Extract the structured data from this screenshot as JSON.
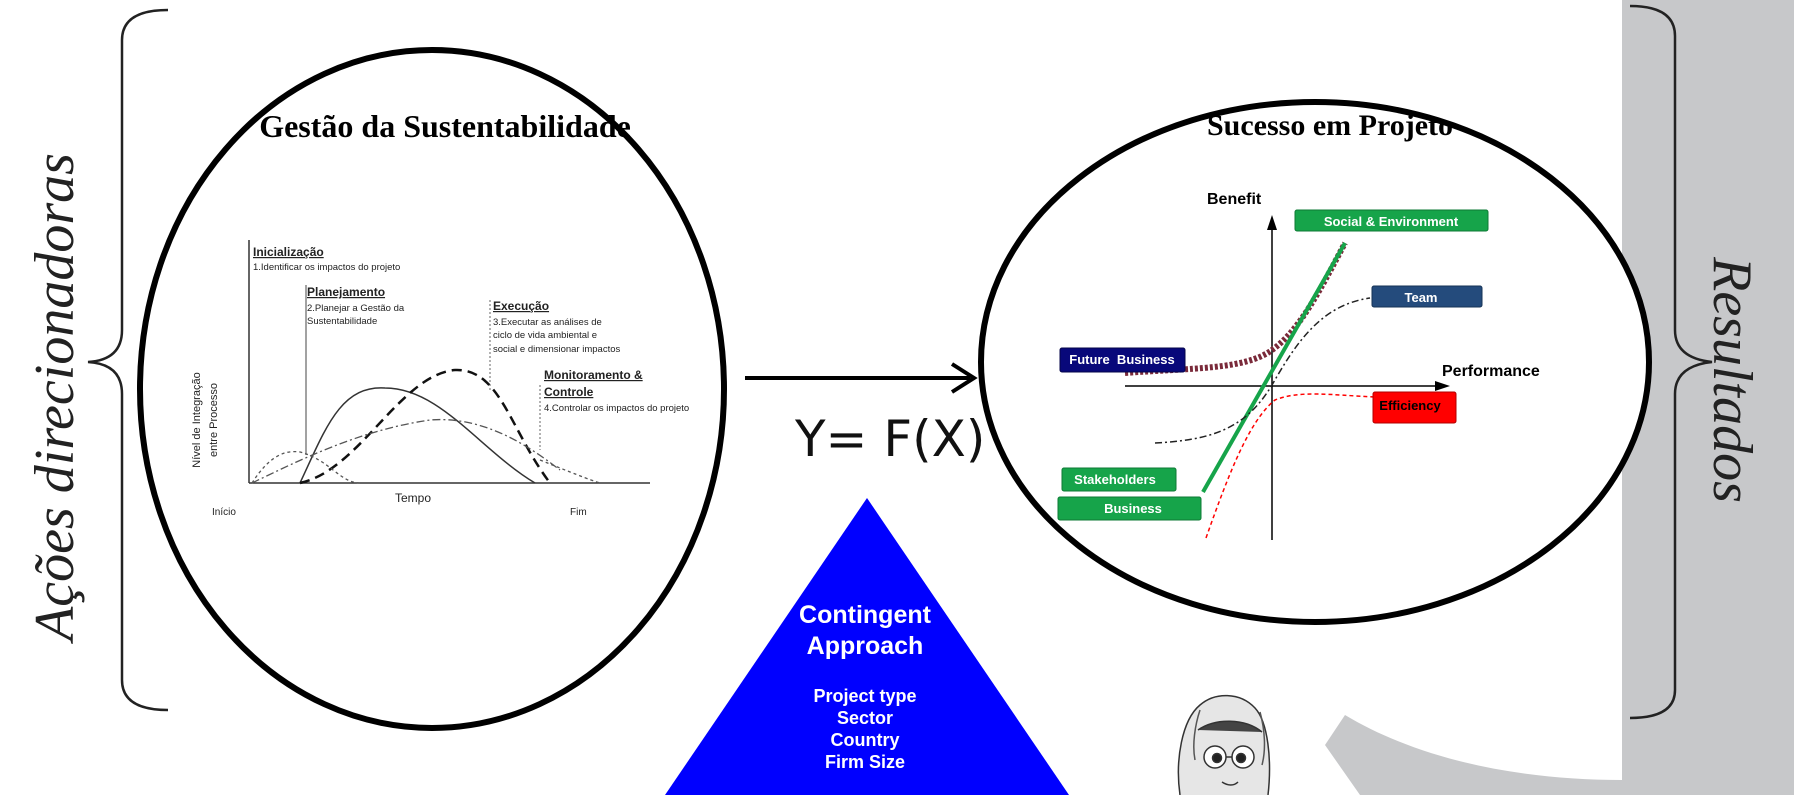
{
  "left_label": "Ações direcionadoras",
  "right_label": "Resultados",
  "left_circle": {
    "title": "Gestão da Sustentabilidade",
    "chart": {
      "y_label_line1": "Nível de Integração",
      "y_label_line2": "entre Processo",
      "x_label": "Tempo",
      "x_start": "Início",
      "x_end": "Fim",
      "phases": [
        {
          "name": "Inicialização",
          "desc": [
            "1.Identificar os impactos do projeto"
          ]
        },
        {
          "name": "Planejamento",
          "desc": [
            "2.Planejar a Gestão da",
            "Sustentabilidade"
          ]
        },
        {
          "name": "Execução",
          "desc": [
            "3.Executar as análises de",
            "ciclo de vida ambiental e",
            "social e dimensionar impactos"
          ]
        },
        {
          "name": "Monitoramento &",
          "name2": "Controle",
          "desc": [
            "4.Controlar os impactos do projeto"
          ]
        }
      ]
    }
  },
  "equation": "Y= F(X)",
  "triangle": {
    "color": "#0000ff",
    "title_line1": "Contingent",
    "title_line2": "Approach",
    "items": [
      "Project type",
      "Sector",
      "Country",
      "Firm Size"
    ]
  },
  "right_circle": {
    "title": "Sucesso em Projeto",
    "chart": {
      "y_axis": "Benefit",
      "x_axis": "Performance",
      "labels": [
        {
          "text": "Social & Environment",
          "color": "#16a44a"
        },
        {
          "text": "Team",
          "color": "#244b7c"
        },
        {
          "text": "Future  Business",
          "color": "#08087a"
        },
        {
          "text": "Efficiency",
          "color": "#ff0000"
        },
        {
          "text": "Stakeholders",
          "color": "#16a44a"
        },
        {
          "text": "Business",
          "color": "#16a44a"
        }
      ]
    }
  }
}
